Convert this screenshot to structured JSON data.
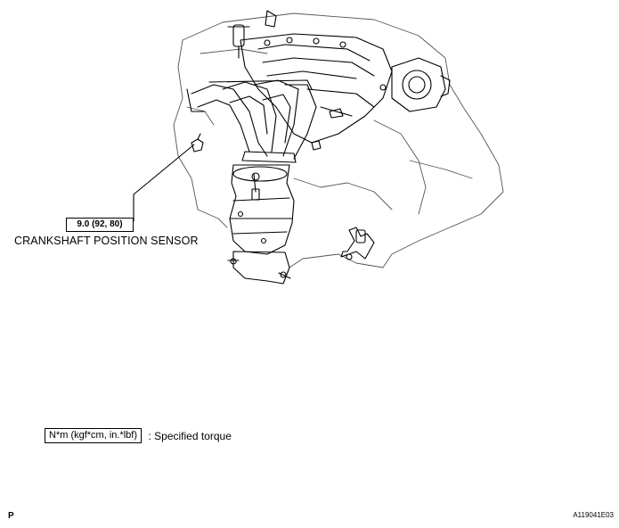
{
  "callout": {
    "torque_value": "9.0 (92, 80)",
    "part_label": "CRANKSHAFT POSITION SENSOR"
  },
  "legend": {
    "unit_box": "N*m (kgf*cm, in.*lbf)",
    "description": ": Specified torque"
  },
  "footer": {
    "left_code": "P",
    "figure_id": "A119041E03"
  }
}
